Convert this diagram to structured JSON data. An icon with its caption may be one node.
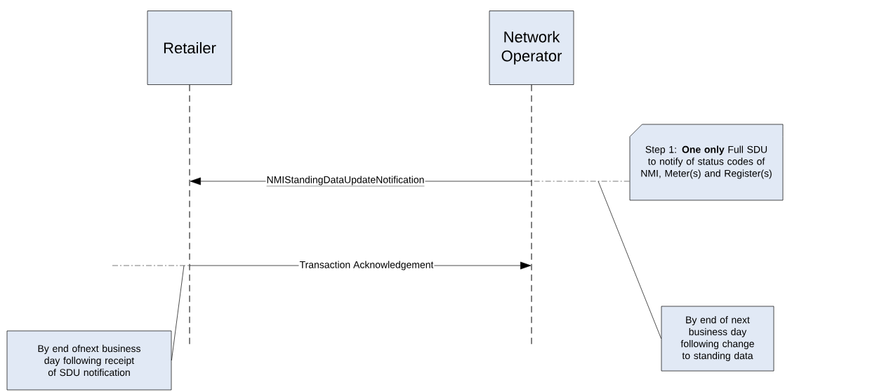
{
  "diagram": {
    "nodes": [
      {
        "text": [
          "Retailer"
        ]
      },
      {
        "text": [
          "Network Operator"
        ]
      },
      {
        "text": [
          "Step 1: **One only** Full SDU to notify of status codes of NMI, Meter(s) and Register(s)"
        ]
      },
      {
        "text": [
          "By end of next business day following change to standing data"
        ]
      },
      {
        "text": [
          "By end ofnext business day following receipt of SDU notification"
        ]
      }
    ],
    "edges": [
      {
        "from": 1,
        "to": 0,
        "arrow": "to",
        "label": "NMIStandingDataUpdateNotification"
      },
      {
        "from": 0,
        "to": 1,
        "arrow": "to",
        "label": "Transaction Acknowledgement"
      },
      {
        "from": 2,
        "to": 1,
        "arrow": "none",
        "style": "dashed"
      },
      {
        "from": 3,
        "to": null,
        "arrow": "none"
      },
      {
        "from": 4,
        "to": 0,
        "arrow": "none"
      }
    ]
  }
}
